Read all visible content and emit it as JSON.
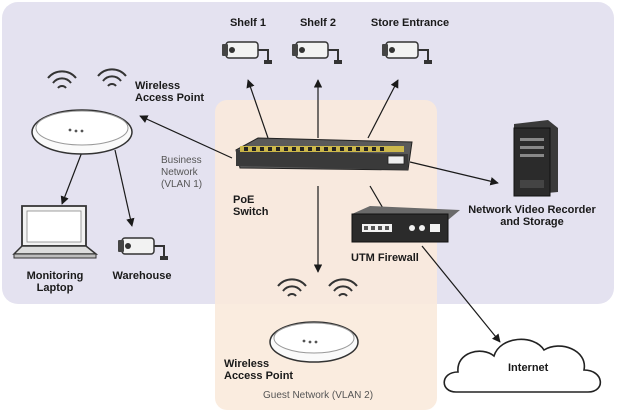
{
  "colors": {
    "business_zone": "#e4e2f0",
    "guest_zone": "#faeadb",
    "device_light": "#f2f2f2",
    "device_dark": "#2b2b2b",
    "switch_port": "#d8c24a",
    "line": "#1a1a1a"
  },
  "cameras": [
    {
      "label": "Shelf 1"
    },
    {
      "label": "Shelf 2"
    },
    {
      "label": "Store Entrance"
    }
  ],
  "business_ap": {
    "label_line1": "Wireless",
    "label_line2": "Access Point"
  },
  "business_network": {
    "line1": "Business",
    "line2": "Network",
    "line3": "(VLAN 1)"
  },
  "poe_switch": {
    "label_line1": "PoE",
    "label_line2": "Switch"
  },
  "nvr": {
    "label_line1": "Network Video Recorder",
    "label_line2": "and Storage"
  },
  "utm_firewall": {
    "label": "UTM Firewall"
  },
  "monitoring_laptop": {
    "label_line1": "Monitoring",
    "label_line2": "Laptop"
  },
  "warehouse_camera": {
    "label": "Warehouse"
  },
  "guest_ap": {
    "label_line1": "Wireless",
    "label_line2": "Access Point"
  },
  "guest_network": {
    "label": "Guest Network (VLAN 2)"
  },
  "internet": {
    "label": "Internet"
  }
}
